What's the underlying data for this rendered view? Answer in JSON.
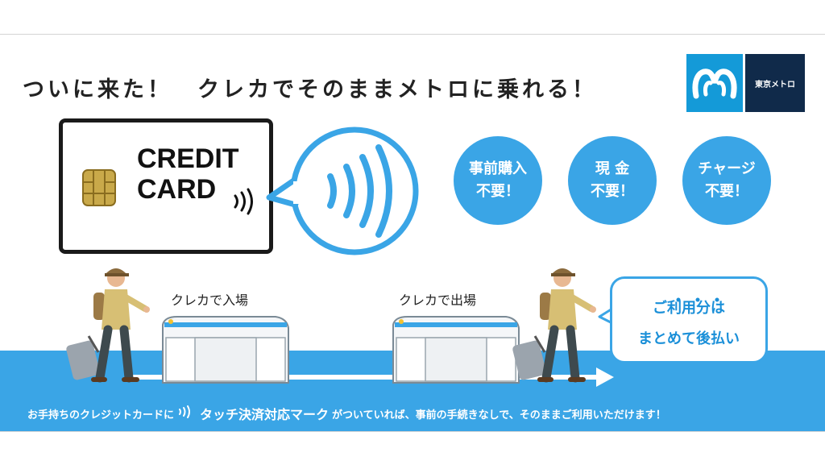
{
  "headline": "ついに来た！　クレカでそのままメトロに乗れる！",
  "logo": {
    "icon": "tokyo-metro-m-logo",
    "text": "東京メトロ",
    "color": "#149ad8",
    "dark": "#102a4a"
  },
  "card": {
    "line1": "CREDIT",
    "line2": "CARD",
    "chip_icon": "ic-chip-icon",
    "wave_icon": "contactless-icon"
  },
  "badges": [
    {
      "line1": "事前購入",
      "line2": "不要！"
    },
    {
      "line1": "現 金",
      "line2": "不要！"
    },
    {
      "line1": "チャージ",
      "line2": "不要！"
    }
  ],
  "gates": {
    "entry_label": "クレカで入場",
    "exit_label": "クレカで出場"
  },
  "speech": {
    "line1": "ご利用分は",
    "line2": "まとめて後払い"
  },
  "bottom": {
    "before": "お手持ちのクレジットカードに",
    "highlight": "タッチ決済対応マーク",
    "after": "がついていれば、事前の手続きなしで、そのままご利用いただけます！"
  },
  "colors": {
    "accent": "#3aa5e6",
    "text": "#222222"
  }
}
